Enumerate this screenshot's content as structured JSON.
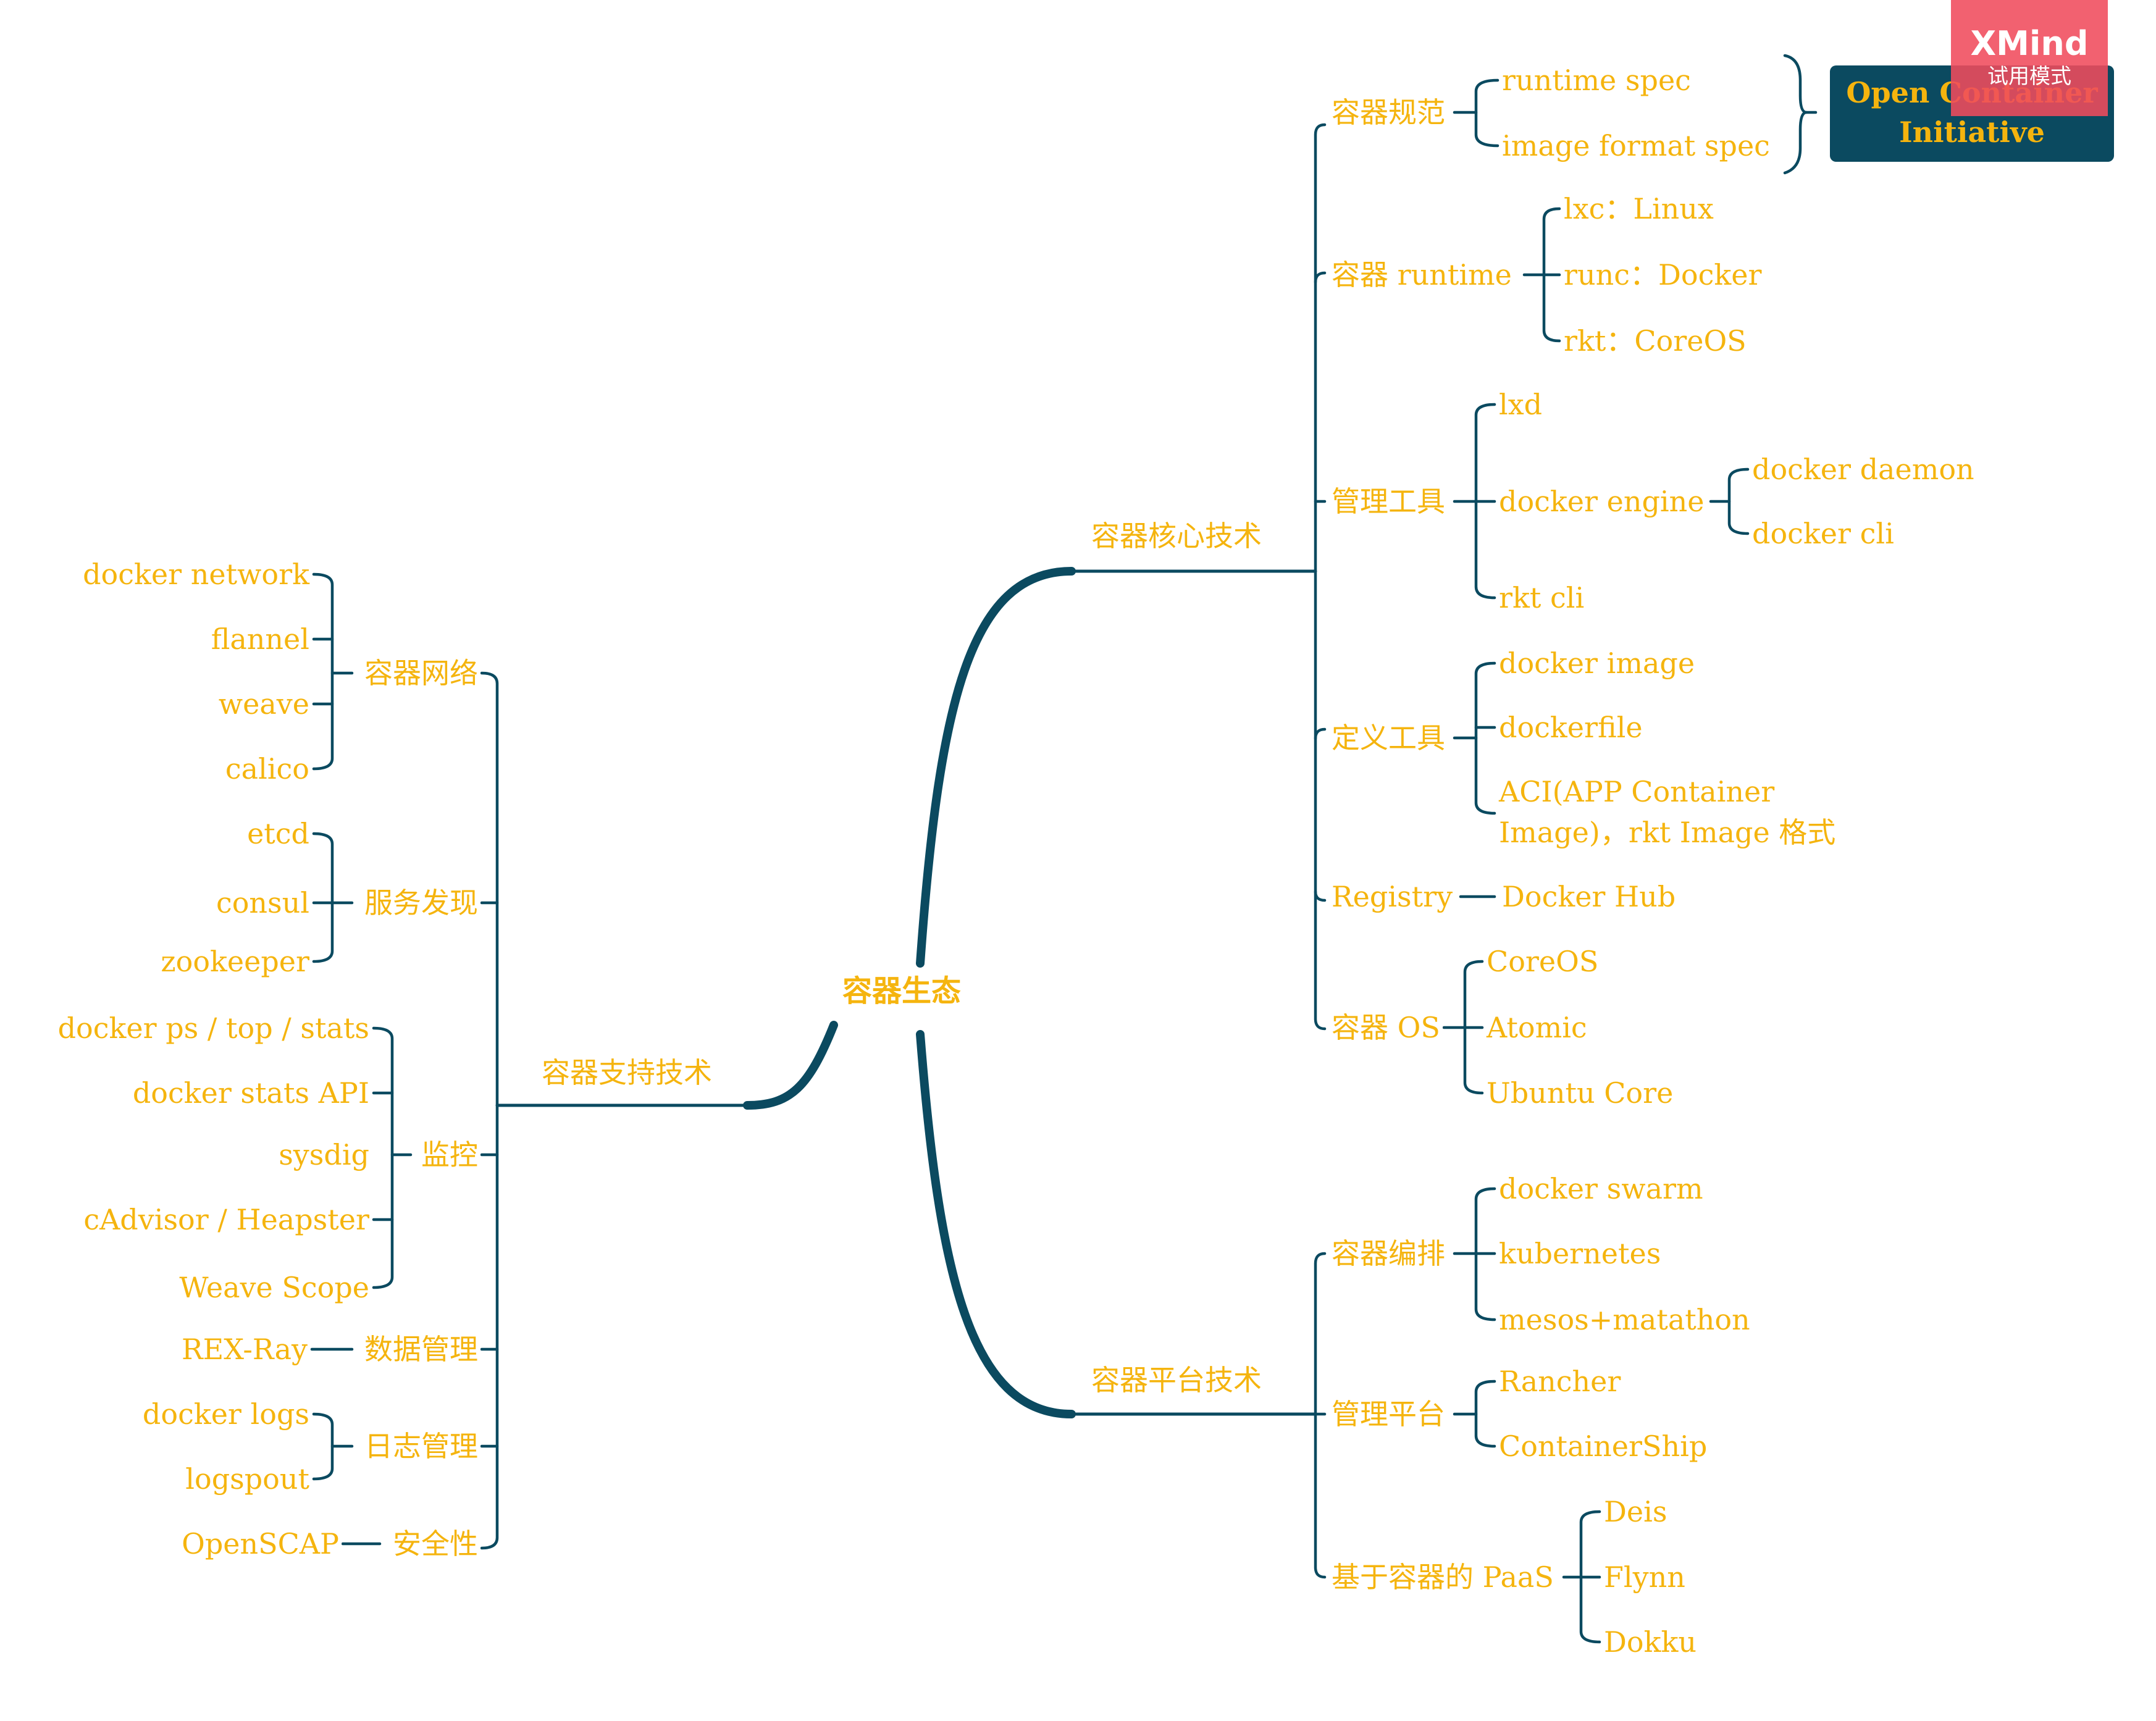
{
  "colors": {
    "branch": "#0b4a60",
    "text": "#f5b40e",
    "background": "#ffffff",
    "watermark": "#f04b5c"
  },
  "watermark": {
    "brand": "XMind",
    "subtitle": "试用模式"
  },
  "mindmap": {
    "root": "容器生态",
    "core": {
      "label": "容器核心技术",
      "spec": {
        "label": "容器规范",
        "items": [
          "runtime spec",
          "image format spec"
        ],
        "callout": [
          "Open Container",
          "Initiative"
        ]
      },
      "runtime": {
        "label": "容器 runtime",
        "items": [
          "lxc：Linux",
          "runc：Docker",
          "rkt：CoreOS"
        ]
      },
      "mgmt_tools": {
        "label": "管理工具",
        "lxd": "lxd",
        "engine": "docker engine",
        "engine_children": [
          "docker daemon",
          "docker cli"
        ],
        "rkt_cli": "rkt cli"
      },
      "define_tools": {
        "label": "定义工具",
        "items": [
          "docker image",
          "dockerfile",
          "ACI(APP Container Image)，rkt Image 格式"
        ]
      },
      "registry": {
        "label": "Registry",
        "item": "Docker Hub"
      },
      "os": {
        "label": "容器 OS",
        "items": [
          "CoreOS",
          "Atomic",
          "Ubuntu Core"
        ]
      }
    },
    "platform": {
      "label": "容器平台技术",
      "orchestration": {
        "label": "容器编排",
        "items": [
          "docker swarm",
          "kubernetes",
          "mesos+matathon"
        ]
      },
      "mgmt_platform": {
        "label": "管理平台",
        "items": [
          "Rancher",
          "ContainerShip"
        ]
      },
      "paas": {
        "label": "基于容器的 PaaS",
        "items": [
          "Deis",
          "Flynn",
          "Dokku"
        ]
      }
    },
    "support": {
      "label": "容器支持技术",
      "network": {
        "label": "容器网络",
        "items": [
          "docker network",
          "flannel",
          "weave",
          "calico"
        ]
      },
      "discovery": {
        "label": "服务发现",
        "items": [
          "etcd",
          "consul",
          "zookeeper"
        ]
      },
      "monitoring": {
        "label": "监控",
        "items": [
          "docker ps / top / stats",
          "docker stats API",
          "sysdig",
          "cAdvisor / Heapster",
          "Weave Scope"
        ]
      },
      "data": {
        "label": "数据管理",
        "item": "REX-Ray"
      },
      "logs": {
        "label": "日志管理",
        "items": [
          "docker logs",
          "logspout"
        ]
      },
      "security": {
        "label": "安全性",
        "item": "OpenSCAP"
      }
    }
  }
}
